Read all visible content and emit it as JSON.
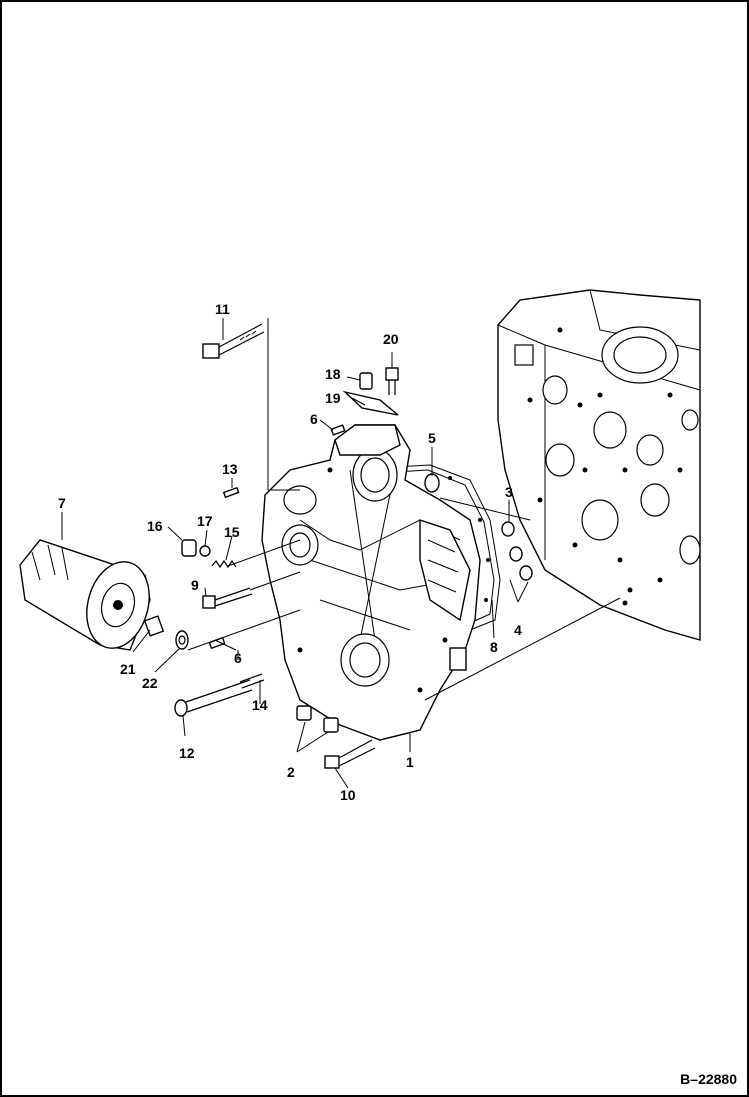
{
  "diagram": {
    "reference_code": "B–22880",
    "callouts": [
      "1",
      "2",
      "3",
      "4",
      "5",
      "6",
      "6",
      "7",
      "8",
      "9",
      "10",
      "11",
      "12",
      "13",
      "14",
      "15",
      "16",
      "17",
      "18",
      "19",
      "20",
      "21",
      "22"
    ]
  }
}
